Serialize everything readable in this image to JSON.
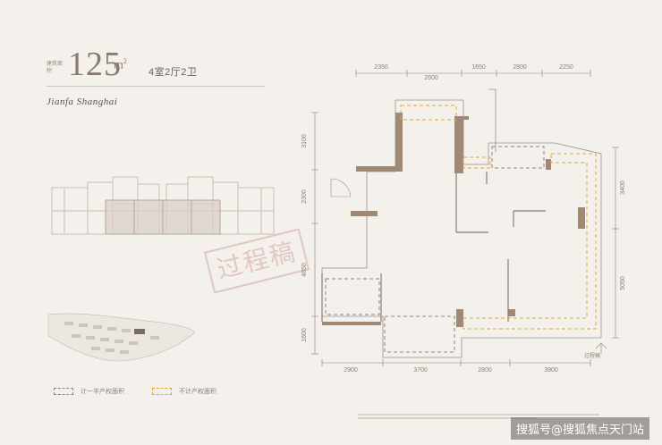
{
  "header": {
    "area_label": "建筑面积",
    "area_value": "125",
    "area_unit": "m",
    "area_unit_sup": "2",
    "layout": "4室2厅2卫",
    "brand_script": "Jianfa Shanghai"
  },
  "watermark": {
    "stamp_text": "过程稿"
  },
  "plan": {
    "dims_top": [
      "2350",
      "2600",
      "1650",
      "2800",
      "2250"
    ],
    "dims_bottom": [
      "2900",
      "3700",
      "2800",
      "3900"
    ],
    "dims_left": [
      "3100",
      "2300",
      "4650",
      "1600"
    ],
    "dims_right": [
      "3400",
      "5050"
    ],
    "north_label": "过程稿"
  },
  "legend": {
    "item1": "计一半产权面积",
    "item2": "不计产权面积",
    "colors": {
      "half": "#8a8683",
      "none": "#e2a838"
    }
  },
  "footer": {
    "site_credit": "搜狐号@搜狐焦点天门站"
  },
  "colors": {
    "background": "#f4f1ec",
    "wall": "#a08a76",
    "text": "#6b5f55"
  }
}
